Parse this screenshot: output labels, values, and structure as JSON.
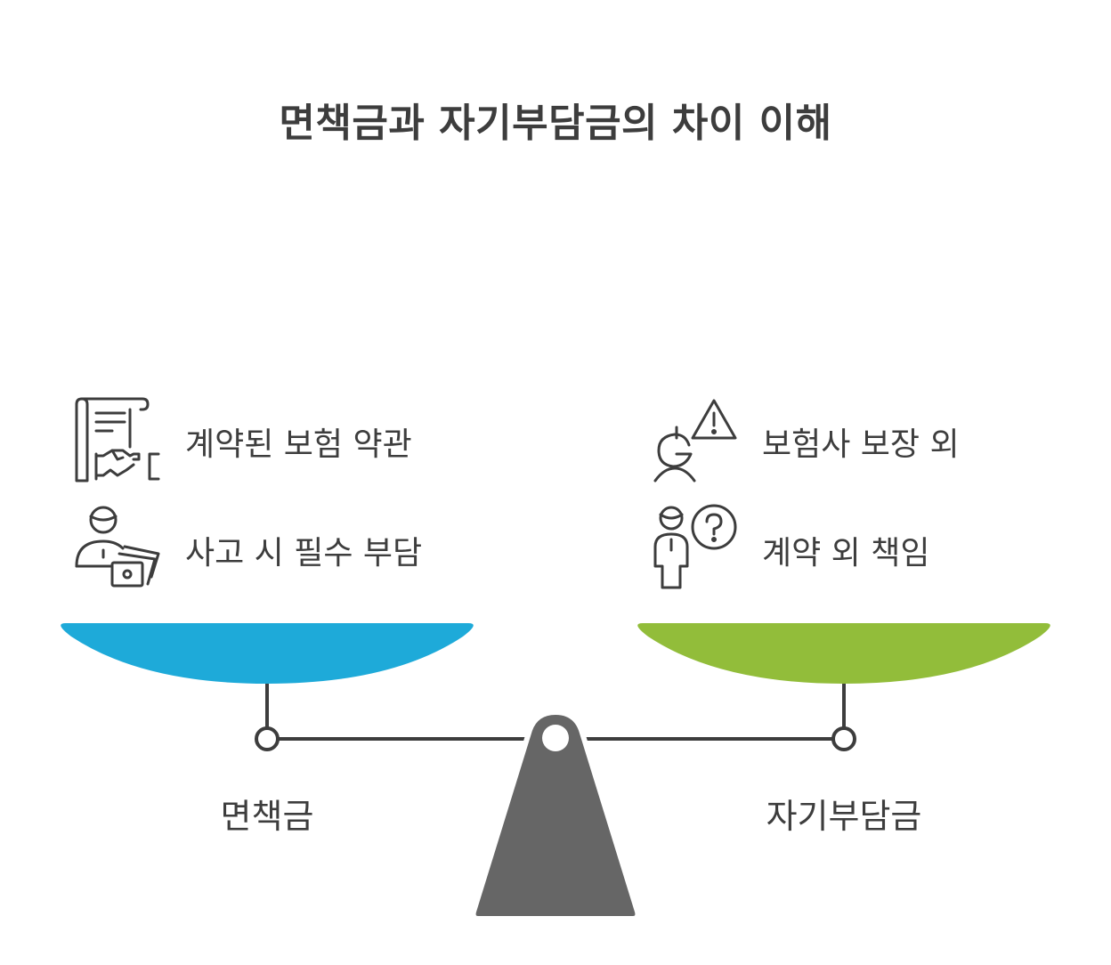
{
  "title": "면책금과 자기부담금의 차이 이해",
  "left": {
    "label": "면책금",
    "color": "#1eaad9",
    "items": [
      {
        "text": "계약된 보험 약관",
        "icon": "contract-handshake-icon"
      },
      {
        "text": "사고 시 필수 부담",
        "icon": "person-paying-icon"
      }
    ]
  },
  "right": {
    "label": "자기부담금",
    "color": "#92bd3a",
    "items": [
      {
        "text": "보험사 보장 외",
        "icon": "person-warning-icon"
      },
      {
        "text": "계약 외 책임",
        "icon": "person-question-icon"
      }
    ]
  },
  "colors": {
    "stroke": "#3d3d3d",
    "fulcrum": "#666666"
  }
}
